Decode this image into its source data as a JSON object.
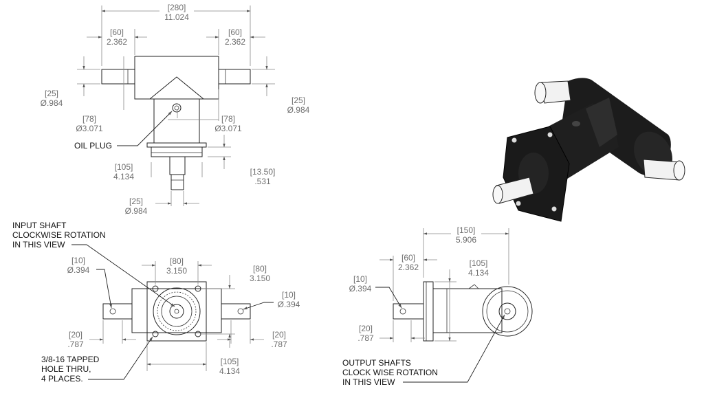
{
  "dims": {
    "overall_len": {
      "mm": "[280]",
      "in": "11.024"
    },
    "left_shaft_len": {
      "mm": "[60]",
      "in": "2.362"
    },
    "right_shaft_len": {
      "mm": "[60]",
      "in": "2.362"
    },
    "left_shaft_dia": {
      "mm": "[25]",
      "in": "Ø.984"
    },
    "right_shaft_dia": {
      "mm": "[25]",
      "in": "Ø.984"
    },
    "left_body_dia": {
      "mm": "[78]",
      "in": "Ø3.071"
    },
    "right_body_dia": {
      "mm": "[78]",
      "in": "Ø3.071"
    },
    "flange_height": {
      "mm": "[105]",
      "in": "4.134"
    },
    "flange_thk": {
      "mm": "[13.50]",
      "in": ".531"
    },
    "bottom_shaft_dia": {
      "mm": "[25]",
      "in": "Ø.984"
    },
    "hole_left": {
      "mm": "[10]",
      "in": "Ø.394"
    },
    "bolt_pitch_h": {
      "mm": "[80]",
      "in": "3.150"
    },
    "bolt_pitch_v": {
      "mm": "[80]",
      "in": "3.150"
    },
    "hole_right": {
      "mm": "[10]",
      "in": "Ø.394"
    },
    "key_left": {
      "mm": "[20]",
      "in": ".787"
    },
    "key_right": {
      "mm": "[20]",
      "in": ".787"
    },
    "flange_width": {
      "mm": "[105]",
      "in": "4.134"
    },
    "side_len": {
      "mm": "[150]",
      "in": "5.906"
    },
    "side_shaft": {
      "mm": "[60]",
      "in": "2.362"
    },
    "side_flange": {
      "mm": "[105]",
      "in": "4.134"
    },
    "side_hole": {
      "mm": "[10]",
      "in": "Ø.394"
    },
    "side_key": {
      "mm": "[20]",
      "in": ".787"
    }
  },
  "labels": {
    "oil_plug": "OIL PLUG",
    "input_note": [
      "INPUT SHAFT",
      "CLOCKWISE ROTATION",
      "IN THIS VIEW"
    ],
    "tapped_note": [
      "3/8-16 TAPPED",
      "HOLE THRU,",
      "4 PLACES."
    ],
    "output_note": [
      "OUTPUT SHAFTS",
      "CLOCK WISE ROTATION",
      "IN THIS VIEW"
    ]
  },
  "colors": {
    "body": "#1c1c1c",
    "shaft": "#f2f2f2",
    "line": "#222222",
    "dim": "#6e6e6e"
  }
}
